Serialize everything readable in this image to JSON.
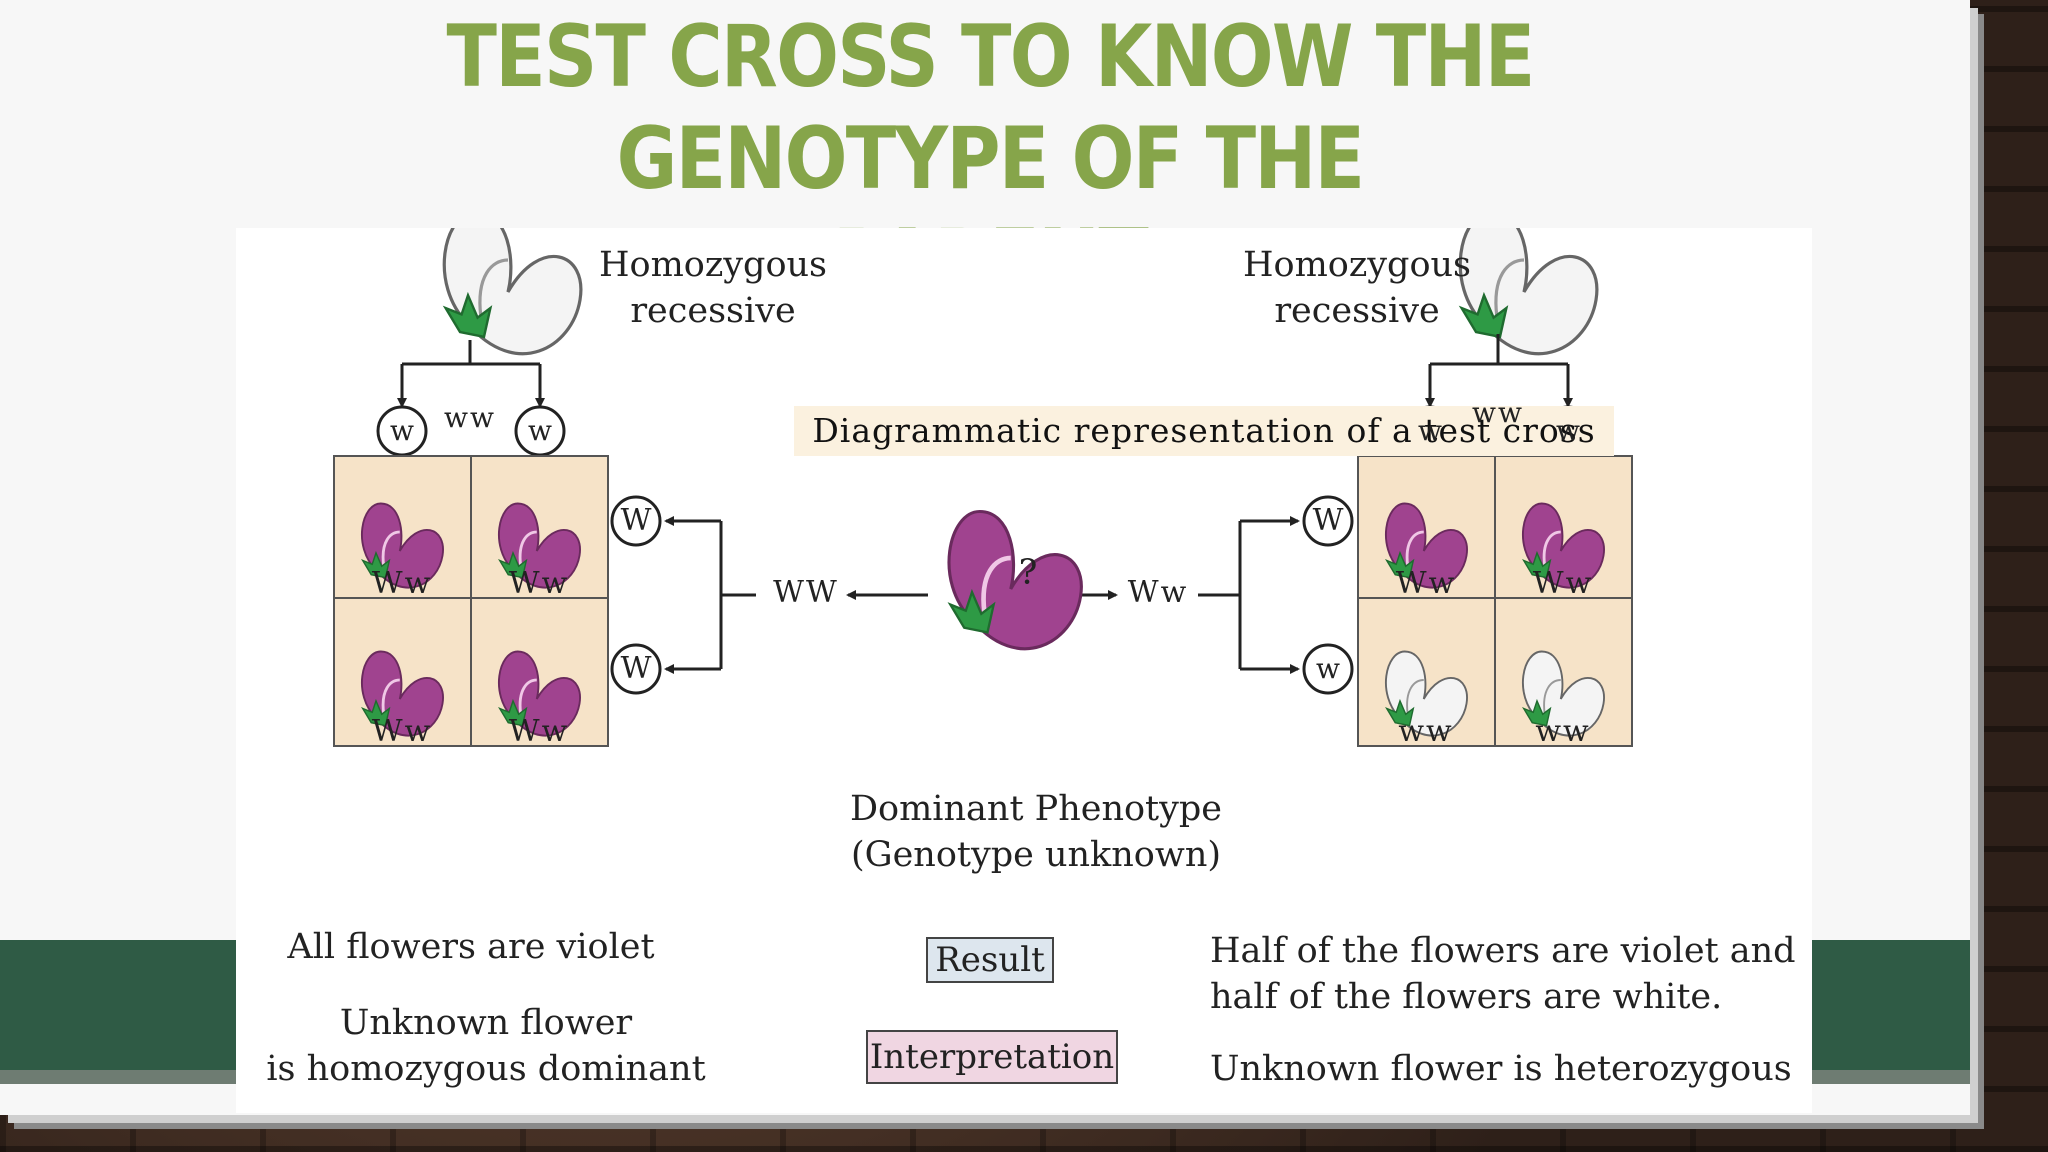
{
  "slide": {
    "title_line1": "TEST CROSS TO KNOW THE GENOTYPE OF THE",
    "title_line2": "PARENT"
  },
  "diagram": {
    "caption": "Diagrammatic representation of a test cross",
    "left_parent": {
      "label_line1": "Homozygous",
      "label_line2": "recessive",
      "genotype": "ww",
      "gametes": [
        "w",
        "w"
      ]
    },
    "right_parent": {
      "label_line1": "Homozygous",
      "label_line2": "recessive",
      "genotype": "ww",
      "gametes": [
        "w",
        "w"
      ]
    },
    "unknown_parent": {
      "question": "?",
      "label_line1": "Dominant Phenotype",
      "label_line2": "(Genotype unknown)",
      "left_option": "WW",
      "right_option": "Ww"
    },
    "left_cross": {
      "gametes": [
        "W",
        "W"
      ],
      "cells": [
        "Ww",
        "Ww",
        "Ww",
        "Ww"
      ],
      "result": "All flowers are violet",
      "interpretation_line1": "Unknown flower",
      "interpretation_line2": "is homozygous dominant"
    },
    "right_cross": {
      "gametes": [
        "W",
        "w"
      ],
      "cells": [
        "Ww",
        "Ww",
        "ww",
        "ww"
      ],
      "result_line1": "Half of the flowers are violet and",
      "result_line2": "half of the flowers are white.",
      "interpretation": "Unknown flower is heterozygous"
    },
    "result_label": "Result",
    "interpretation_label": "Interpretation",
    "colors": {
      "violet": "#a0438f",
      "white_flower": "#f2f2f2",
      "leaf": "#2e9a45",
      "cell_bg": "#f6e3c8",
      "title": "#86a54a"
    }
  }
}
